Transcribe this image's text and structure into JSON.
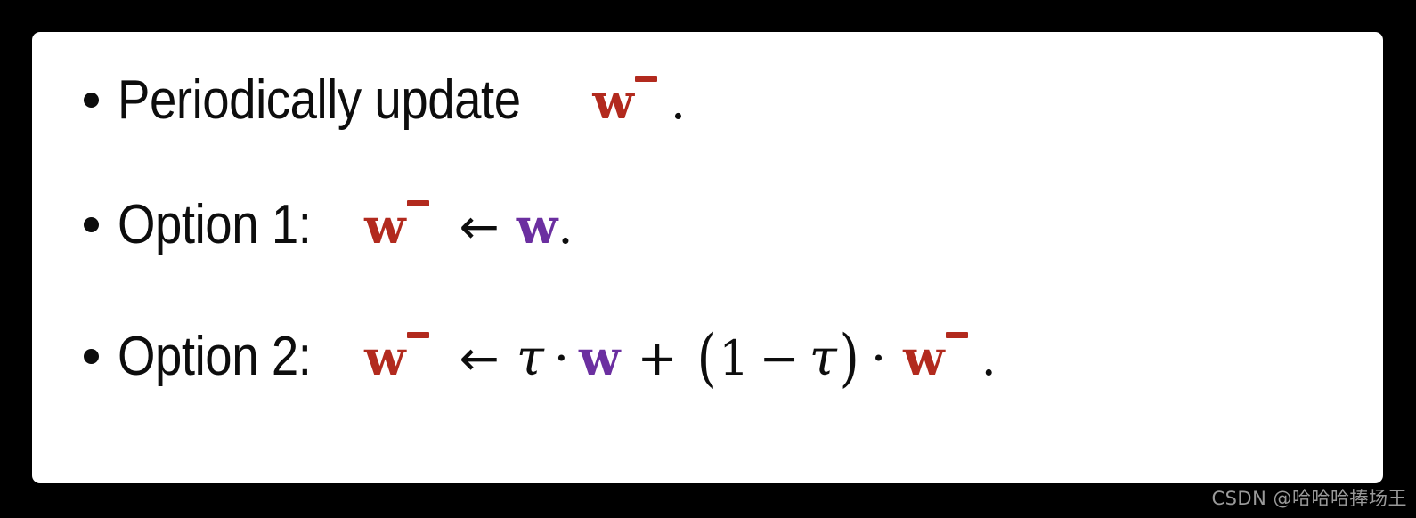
{
  "slide": {
    "background_color": "#000000",
    "card_color": "#ffffff",
    "text_color": "#0d0d0d",
    "accent_red": "#b22a1e",
    "accent_purple": "#6b2fa0",
    "bullets": [
      {
        "id": "bullet-1",
        "lead_text": "Periodically update",
        "tokens": [
          {
            "kind": "var",
            "text": "w",
            "sup": "−",
            "color": "#b22a1e"
          },
          {
            "kind": "period",
            "text": "."
          }
        ]
      },
      {
        "id": "bullet-2",
        "lead_text": "Option 1:",
        "tokens": [
          {
            "kind": "var",
            "text": "w",
            "sup": "−",
            "color": "#b22a1e"
          },
          {
            "kind": "arrow",
            "text": "←"
          },
          {
            "kind": "var",
            "text": "w",
            "sup": "",
            "color": "#6b2fa0"
          },
          {
            "kind": "period",
            "text": "."
          }
        ]
      },
      {
        "id": "bullet-3",
        "lead_text": "Option 2:",
        "tokens": [
          {
            "kind": "var",
            "text": "w",
            "sup": "−",
            "color": "#b22a1e"
          },
          {
            "kind": "arrow",
            "text": "←"
          },
          {
            "kind": "mathvar",
            "text": "τ"
          },
          {
            "kind": "op",
            "text": "·"
          },
          {
            "kind": "var",
            "text": "w",
            "sup": "",
            "color": "#6b2fa0"
          },
          {
            "kind": "op",
            "text": "+"
          },
          {
            "kind": "paren",
            "text": "("
          },
          {
            "kind": "num",
            "text": "1"
          },
          {
            "kind": "op",
            "text": "−"
          },
          {
            "kind": "mathvar",
            "text": "τ"
          },
          {
            "kind": "paren",
            "text": ")"
          },
          {
            "kind": "op",
            "text": "·"
          },
          {
            "kind": "var",
            "text": "w",
            "sup": "−",
            "color": "#b22a1e"
          },
          {
            "kind": "period",
            "text": "."
          }
        ]
      }
    ],
    "bullet_marker": "•"
  },
  "line1": {
    "text": "Periodically update",
    "w": "w",
    "minus": "−",
    "period": "."
  },
  "line2": {
    "label": "Option 1:",
    "w_target": "w",
    "minus": "−",
    "arrow": "←",
    "w_online": "w",
    "period": "."
  },
  "line3": {
    "label": "Option 2:",
    "w_target": "w",
    "minus1": "−",
    "arrow": "←",
    "tau1": "τ",
    "cdot1": "·",
    "w_online": "w",
    "plus": "+",
    "lparen": "(",
    "one": "1",
    "msign": "−",
    "tau2": "τ",
    "rparen": ")",
    "cdot2": "·",
    "w_target2": "w",
    "minus2": "−",
    "period": "."
  },
  "watermark": {
    "text": "CSDN @哈哈哈捧场王",
    "color": "#9a9a9a"
  }
}
